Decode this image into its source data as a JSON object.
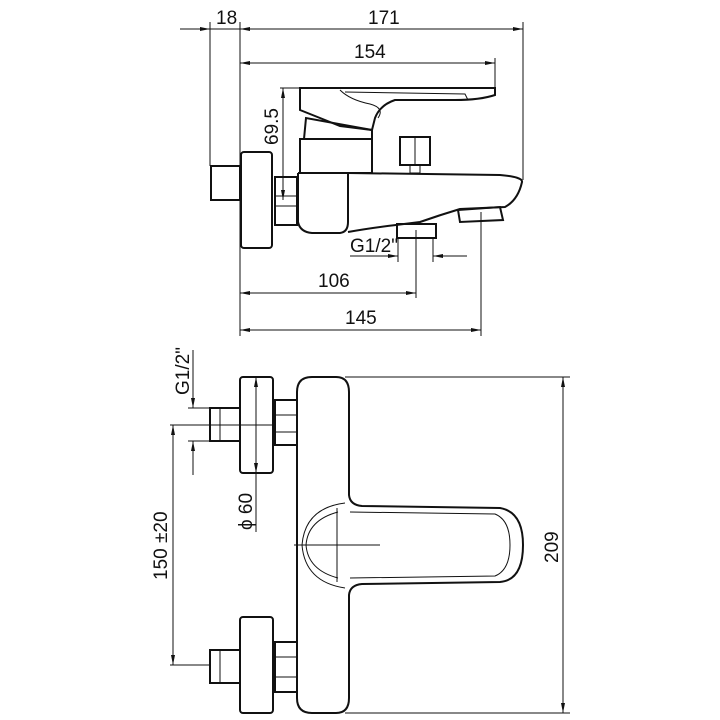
{
  "side_view": {
    "dim_wall": "18",
    "dim_total_length": "171",
    "dim_lever_length": "154",
    "dim_height": "69.5",
    "dim_outlet_thread": "G1/2\"",
    "dim_outlet_distance": "106",
    "dim_spout_distance": "145"
  },
  "front_view": {
    "dim_inlet_thread": "G1/2\"",
    "dim_flange_diameter": "ϕ 60",
    "dim_center_distance": "150 ±20",
    "dim_body_height": "209"
  },
  "colors": {
    "line": "#111111",
    "background": "#ffffff"
  }
}
